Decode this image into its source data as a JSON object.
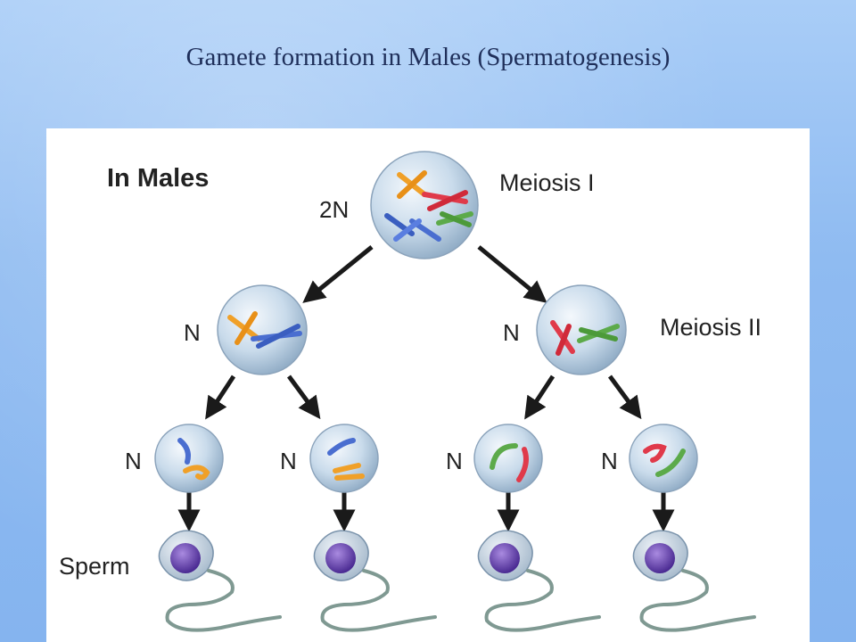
{
  "slide": {
    "title": "Gamete formation in Males (Spermatogenesis)"
  },
  "figure": {
    "heading": "In Males",
    "stage_labels": {
      "meiosis1": "Meiosis I",
      "meiosis2": "Meiosis II"
    },
    "ploidy": {
      "diploid": "2N",
      "haploid": "N"
    },
    "sperm_label": "Sperm"
  },
  "colors": {
    "background": "#8bb8f0",
    "title_text": "#1f2f5a",
    "cell": "#c7d9ea",
    "chromosome_orange": "#f0a028",
    "chromosome_red": "#e03a4a",
    "chromosome_green": "#5caa4a",
    "chromosome_blue": "#4a6ed0",
    "sperm_nucleus": "#6a3fb0"
  }
}
